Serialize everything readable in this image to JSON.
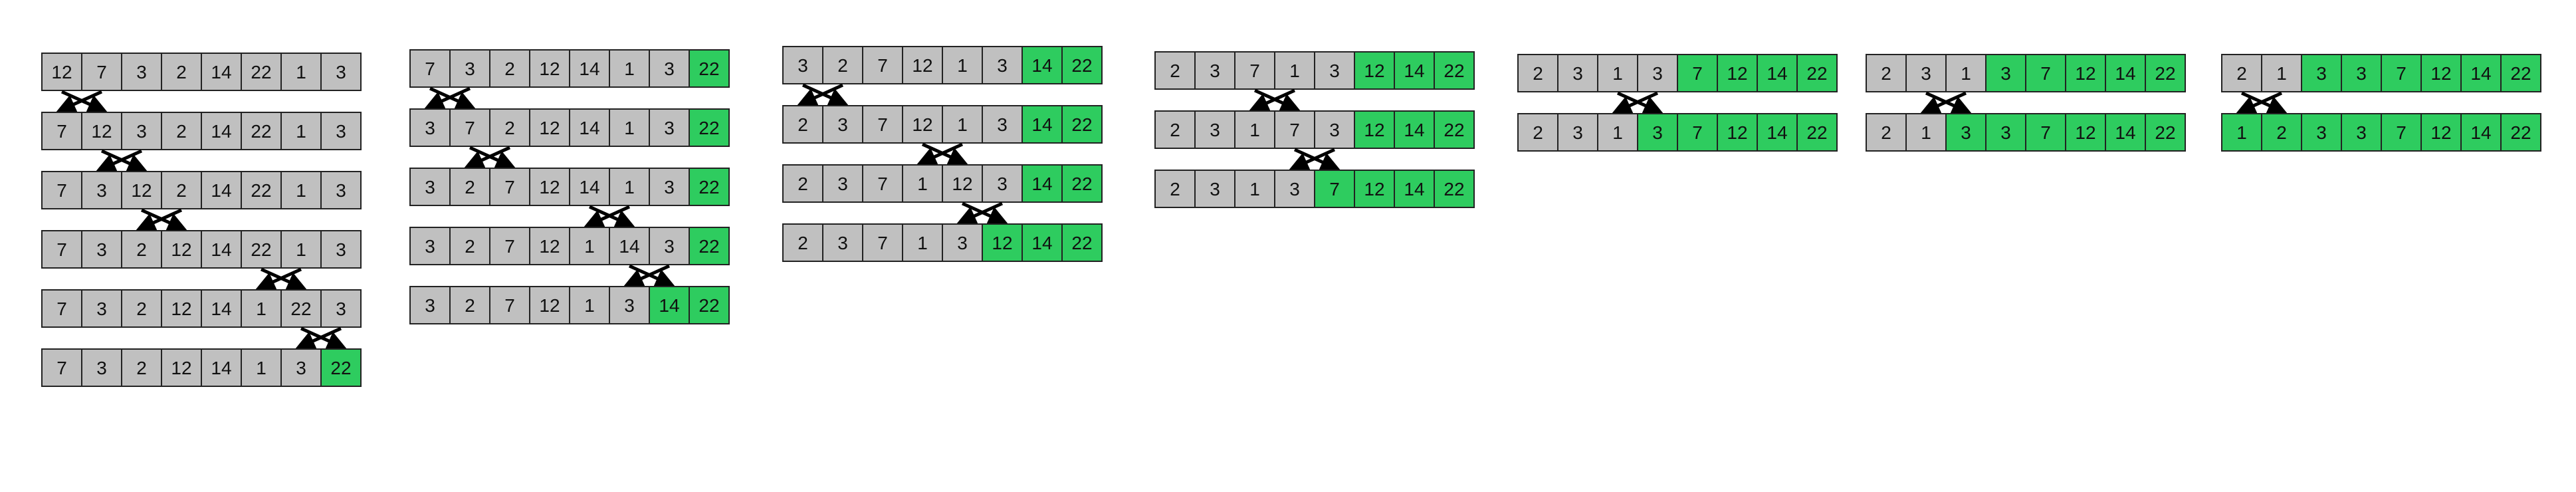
{
  "title": "",
  "colors": {
    "unsorted": "#c0c0c0",
    "sorted": "#2ecc5f",
    "border": "#222222",
    "arrow": "#000000"
  },
  "icons": {
    "swap": "crossed-swap-arrows-icon"
  },
  "passes": [
    {
      "rows": [
        {
          "values": [
            "12",
            "7",
            "3",
            "2",
            "14",
            "22",
            "1",
            "3"
          ],
          "sorted_from": 8,
          "swap_to_next": 0
        },
        {
          "values": [
            "7",
            "12",
            "3",
            "2",
            "14",
            "22",
            "1",
            "3"
          ],
          "sorted_from": 8,
          "swap_to_next": 1
        },
        {
          "values": [
            "7",
            "3",
            "12",
            "2",
            "14",
            "22",
            "1",
            "3"
          ],
          "sorted_from": 8,
          "swap_to_next": 2
        },
        {
          "values": [
            "7",
            "3",
            "2",
            "12",
            "14",
            "22",
            "1",
            "3"
          ],
          "sorted_from": 8,
          "swap_to_next": 5
        },
        {
          "values": [
            "7",
            "3",
            "2",
            "12",
            "14",
            "1",
            "22",
            "3"
          ],
          "sorted_from": 8,
          "swap_to_next": 6
        },
        {
          "values": [
            "7",
            "3",
            "2",
            "12",
            "14",
            "1",
            "3",
            "22"
          ],
          "sorted_from": 7,
          "swap_to_next": null
        }
      ]
    },
    {
      "rows": [
        {
          "values": [
            "7",
            "3",
            "2",
            "12",
            "14",
            "1",
            "3",
            "22"
          ],
          "sorted_from": 7,
          "swap_to_next": 0
        },
        {
          "values": [
            "3",
            "7",
            "2",
            "12",
            "14",
            "1",
            "3",
            "22"
          ],
          "sorted_from": 7,
          "swap_to_next": 1
        },
        {
          "values": [
            "3",
            "2",
            "7",
            "12",
            "14",
            "1",
            "3",
            "22"
          ],
          "sorted_from": 7,
          "swap_to_next": 4
        },
        {
          "values": [
            "3",
            "2",
            "7",
            "12",
            "1",
            "14",
            "3",
            "22"
          ],
          "sorted_from": 7,
          "swap_to_next": 5
        },
        {
          "values": [
            "3",
            "2",
            "7",
            "12",
            "1",
            "3",
            "14",
            "22"
          ],
          "sorted_from": 6,
          "swap_to_next": null
        }
      ]
    },
    {
      "rows": [
        {
          "values": [
            "3",
            "2",
            "7",
            "12",
            "1",
            "3",
            "14",
            "22"
          ],
          "sorted_from": 6,
          "swap_to_next": 0
        },
        {
          "values": [
            "2",
            "3",
            "7",
            "12",
            "1",
            "3",
            "14",
            "22"
          ],
          "sorted_from": 6,
          "swap_to_next": 3
        },
        {
          "values": [
            "2",
            "3",
            "7",
            "1",
            "12",
            "3",
            "14",
            "22"
          ],
          "sorted_from": 6,
          "swap_to_next": 4
        },
        {
          "values": [
            "2",
            "3",
            "7",
            "1",
            "3",
            "12",
            "14",
            "22"
          ],
          "sorted_from": 5,
          "swap_to_next": null
        }
      ]
    },
    {
      "rows": [
        {
          "values": [
            "2",
            "3",
            "7",
            "1",
            "3",
            "12",
            "14",
            "22"
          ],
          "sorted_from": 5,
          "swap_to_next": 2
        },
        {
          "values": [
            "2",
            "3",
            "1",
            "7",
            "3",
            "12",
            "14",
            "22"
          ],
          "sorted_from": 5,
          "swap_to_next": 3
        },
        {
          "values": [
            "2",
            "3",
            "1",
            "3",
            "7",
            "12",
            "14",
            "22"
          ],
          "sorted_from": 4,
          "swap_to_next": null
        }
      ]
    },
    {
      "rows": [
        {
          "values": [
            "2",
            "3",
            "1",
            "3",
            "7",
            "12",
            "14",
            "22"
          ],
          "sorted_from": 4,
          "swap_to_next": 2
        },
        {
          "values": [
            "2",
            "3",
            "1",
            "3",
            "7",
            "12",
            "14",
            "22"
          ],
          "sorted_from": 3,
          "swap_to_next": null
        }
      ]
    },
    {
      "rows": [
        {
          "values": [
            "2",
            "3",
            "1",
            "3",
            "7",
            "12",
            "14",
            "22"
          ],
          "sorted_from": 3,
          "swap_to_next": 1
        },
        {
          "values": [
            "2",
            "1",
            "3",
            "3",
            "7",
            "12",
            "14",
            "22"
          ],
          "sorted_from": 2,
          "swap_to_next": null
        }
      ]
    },
    {
      "rows": [
        {
          "values": [
            "2",
            "1",
            "3",
            "3",
            "7",
            "12",
            "14",
            "22"
          ],
          "sorted_from": 2,
          "swap_to_next": 0
        },
        {
          "values": [
            "1",
            "2",
            "3",
            "3",
            "7",
            "12",
            "14",
            "22"
          ],
          "sorted_from": 0,
          "swap_to_next": null
        }
      ]
    }
  ]
}
